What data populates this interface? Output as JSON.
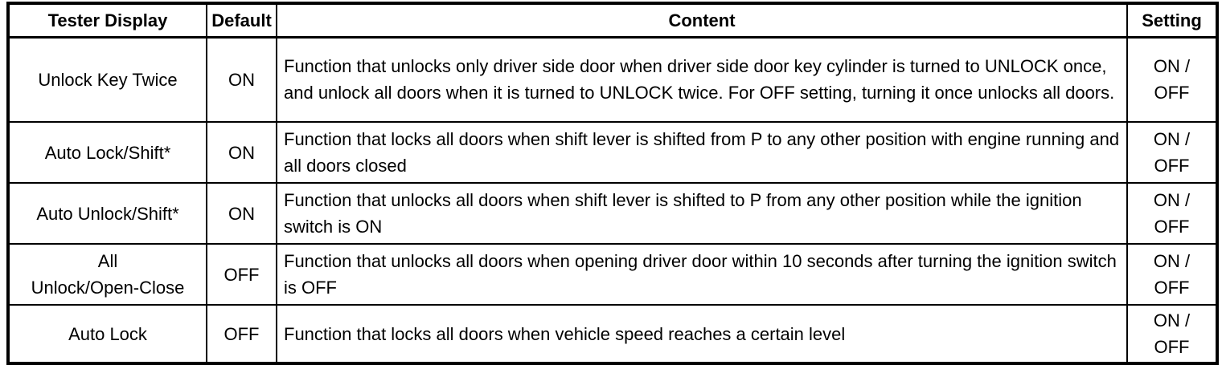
{
  "table": {
    "headers": {
      "tester_display": "Tester Display",
      "default": "Default",
      "content": "Content",
      "setting": "Setting"
    },
    "rows": [
      {
        "display": "Unlock Key Twice",
        "default": "ON",
        "content": "Function that unlocks only driver side door when driver side door key cylinder is turned to UNLOCK once, and unlock all doors when it is turned to UNLOCK twice. For OFF setting, turning it once unlocks all doors.",
        "setting": "ON /\nOFF"
      },
      {
        "display": "Auto Lock/Shift*",
        "default": "ON",
        "content": "Function that locks all doors when shift lever is shifted from P to any other position with engine running and all doors closed",
        "setting": "ON /\nOFF"
      },
      {
        "display": "Auto Unlock/Shift*",
        "default": "ON",
        "content": "Function that unlocks all doors when shift lever is shifted to P from any other position while the ignition switch is ON",
        "setting": "ON /\nOFF"
      },
      {
        "display": "All\nUnlock/Open-Close",
        "default": "OFF",
        "content": "Function that unlocks all doors when opening driver door within 10 seconds after turning the ignition switch is OFF",
        "setting": "ON /\nOFF"
      },
      {
        "display": "Auto Lock",
        "default": "OFF",
        "content": "Function that locks all doors when vehicle speed reaches a certain level",
        "setting": "ON /\nOFF"
      }
    ]
  }
}
